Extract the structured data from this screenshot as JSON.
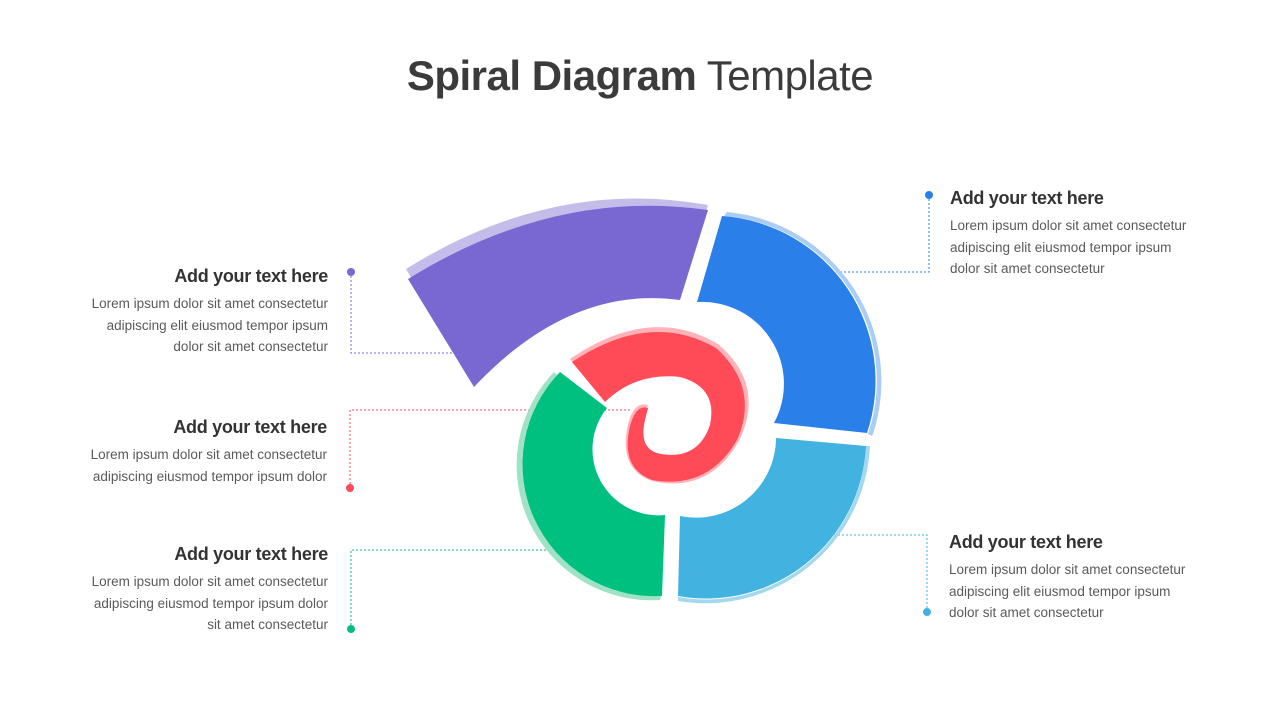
{
  "title": {
    "bold": "Spiral Diagram",
    "light": "Template"
  },
  "colors": {
    "purple": "#7a68d2",
    "blue": "#2a7fe8",
    "light_blue": "#42b2e0",
    "green": "#00c07f",
    "red": "#ff4a58"
  },
  "blocks": [
    {
      "id": "purple",
      "heading": "Add your text here",
      "body": [
        "Lorem ipsum dolor sit amet consectetur",
        "adipiscing elit eiusmod tempor ipsum",
        "dolor sit amet consectetur"
      ]
    },
    {
      "id": "red",
      "heading": "Add your text here",
      "body": [
        "Lorem ipsum dolor sit amet consectetur",
        "adipiscing eiusmod tempor ipsum dolor"
      ]
    },
    {
      "id": "green",
      "heading": "Add your text here",
      "body": [
        "Lorem ipsum dolor sit amet consectetur",
        "adipiscing eiusmod tempor ipsum dolor",
        "sit amet consectetur"
      ]
    },
    {
      "id": "blue",
      "heading": "Add your text here",
      "body": [
        "Lorem ipsum dolor sit amet consectetur",
        "adipiscing elit eiusmod tempor ipsum",
        "dolor sit amet consectetur"
      ]
    },
    {
      "id": "light_blue",
      "heading": "Add your text here",
      "body": [
        "Lorem ipsum dolor sit amet consectetur",
        "adipiscing elit eiusmod tempor ipsum",
        "dolor sit amet consectetur"
      ]
    }
  ]
}
